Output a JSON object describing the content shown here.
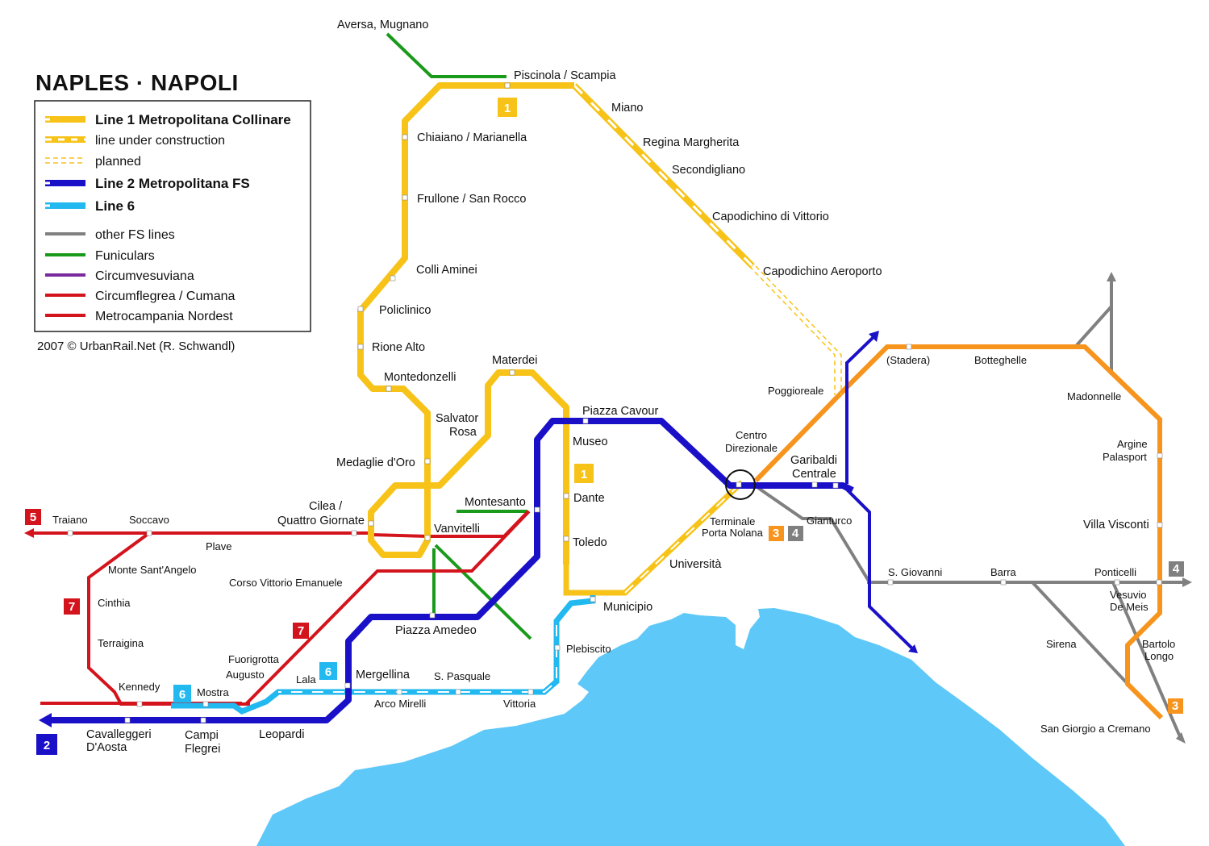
{
  "title": "NAPLES · NAPOLI",
  "copyright": "2007 © UrbanRail.Net (R. Schwandl)",
  "colors": {
    "line1": "#f7c318",
    "line2": "#1a10c8",
    "line6": "#22b8f0",
    "line3_orange": "#f7941d",
    "fs": "#808080",
    "funicular": "#1a9a1a",
    "circumvesuviana": "#7b2a9e",
    "red": "#d4141c",
    "sea": "#5ec8f8"
  },
  "legend": {
    "items": [
      {
        "label": "Line 1 Metropolitana Collinare",
        "style": "line1",
        "bold": true
      },
      {
        "label": "line under construction",
        "style": "line1-construction",
        "bold": false
      },
      {
        "label": "planned",
        "style": "line1-planned",
        "bold": false
      },
      {
        "label": "Line 2 Metropolitana FS",
        "style": "line2",
        "bold": true
      },
      {
        "label": "Line 6",
        "style": "line6",
        "bold": true
      },
      {
        "label": "other FS lines",
        "style": "fs",
        "bold": false
      },
      {
        "label": "Funiculars",
        "style": "funicular",
        "bold": false
      },
      {
        "label": "Circumvesuviana",
        "style": "circumvesuviana",
        "bold": false
      },
      {
        "label": "Circumflegrea / Cumana",
        "style": "red",
        "bold": false
      },
      {
        "label": "Metrocampania Nordest",
        "style": "red",
        "bold": false
      }
    ]
  },
  "stations": {
    "aversa": "Aversa, Mugnano",
    "piscinola": "Piscinola / Scampia",
    "miano": "Miano",
    "regina": "Regina Margherita",
    "secondigliano": "Secondigliano",
    "capodichino_v": "Capodichino di Vittorio",
    "capodichino_a": "Capodichino Aeroporto",
    "chiaiano": "Chiaiano / Marianella",
    "frullone": "Frullone / San Rocco",
    "colli": "Colli Aminei",
    "policlinico": "Policlinico",
    "rione": "Rione Alto",
    "montedonzelli": "Montedonzelli",
    "materdei": "Materdei",
    "salvator": "Salvator",
    "rosa": "Rosa",
    "medaglie": "Medaglie d'Oro",
    "piazza_cavour": "Piazza Cavour",
    "museo": "Museo",
    "dante": "Dante",
    "toledo": "Toledo",
    "municipio": "Municipio",
    "universita": "Università",
    "cilea1": "Cilea /",
    "cilea2": "Quattro Giornate",
    "montesanto": "Montesanto",
    "vanvitelli": "Vanvitelli",
    "traiano": "Traiano",
    "soccavo": "Soccavo",
    "plave": "Plave",
    "monte_sa": "Monte Sant'Angelo",
    "cinthia": "Cinthia",
    "terraigina": "Terraigina",
    "kennedy": "Kennedy",
    "mostra": "Mostra",
    "corso_ve": "Corso Vittorio Emanuele",
    "fuorigrotta": "Fuorigrotta",
    "augusto": "Augusto",
    "lala": "Lala",
    "mergellina": "Mergellina",
    "s_pasquale": "S. Pasquale",
    "arco_mirelli": "Arco Mirelli",
    "vittoria": "Vittoria",
    "plebiscito": "Plebiscito",
    "piazza_amedeo": "Piazza Amedeo",
    "cavalleggeri1": "Cavalleggeri",
    "cavalleggeri2": "D'Aosta",
    "campi1": "Campi",
    "campi2": "Flegrei",
    "leopardi": "Leopardi",
    "poggioreale": "Poggioreale",
    "centro1": "Centro",
    "centro2": "Direzionale",
    "garibaldi1": "Garibaldi",
    "garibaldi2": "Centrale",
    "gianturco": "Gianturco",
    "terminale1": "Terminale",
    "terminale2": "Porta Nolana",
    "stadera": "(Stadera)",
    "botteghelle": "Botteghelle",
    "madonnelle": "Madonnelle",
    "argine1": "Argine",
    "argine2": "Palasport",
    "villa_visconti": "Villa Visconti",
    "s_giovanni": "S. Giovanni",
    "barra": "Barra",
    "ponticelli": "Ponticelli",
    "vesuvio1": "Vesuvio",
    "vesuvio2": "De Meis",
    "sirena": "Sirena",
    "bartolo1": "Bartolo",
    "bartolo2": "Longo",
    "san_giorgio": "San Giorgio a Cremano"
  },
  "badges": {
    "line1_top": "1",
    "line1_mid": "1",
    "line2": "2",
    "line3_nolana": "3",
    "line4_nolana": "4",
    "line4_east": "4",
    "line3_east": "3",
    "line5": "5",
    "line6_west": "6",
    "line6_mid": "6",
    "line7_west": "7",
    "line7_mid": "7"
  }
}
